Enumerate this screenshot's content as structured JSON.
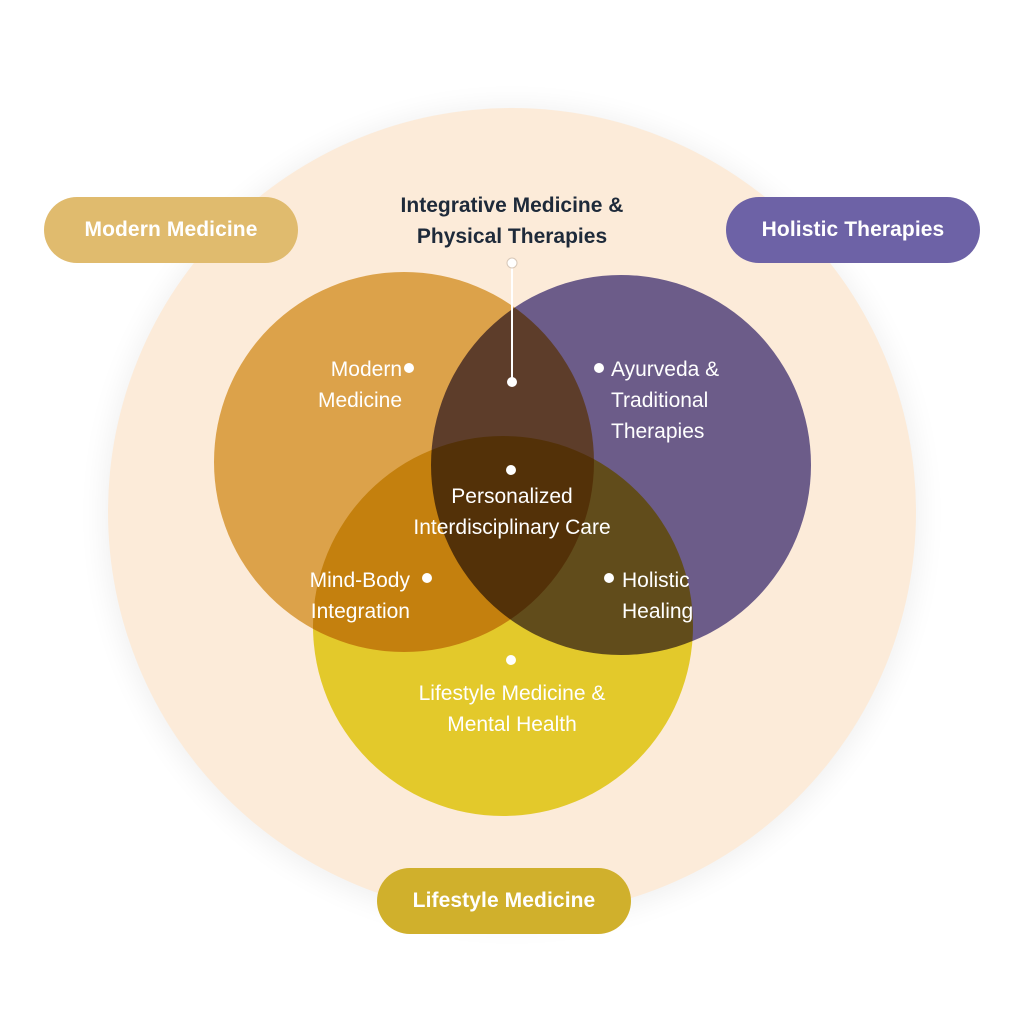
{
  "colors": {
    "outer_ring": "#fcebd9",
    "modern": "#dca24a",
    "holistic": "#4b3b78",
    "lifestyle": "#e1c61c",
    "pill_modern": "#e0bb6e",
    "pill_holistic": "#6d62a6",
    "pill_lifestyle": "#d0b02c",
    "top_label": "#1e2a3a",
    "dot": "#ffffff"
  },
  "pills": {
    "modern": "Modern Medicine",
    "holistic": "Holistic Therapies",
    "lifestyle": "Lifestyle Medicine"
  },
  "labels": {
    "top": {
      "line1": "Integrative Medicine &",
      "line2": "Physical Therapies"
    },
    "modern": {
      "line1": "Modern",
      "line2": "Medicine"
    },
    "ayurveda": {
      "line1": "Ayurveda &",
      "line2": "Traditional",
      "line3": "Therapies"
    },
    "personalized": {
      "line1": "Personalized",
      "line2": "Interdisciplinary Care"
    },
    "mind_body": {
      "line1": "Mind-Body",
      "line2": "Integration"
    },
    "holistic_healing": {
      "line1": "Holistic",
      "line2": "Healing"
    },
    "lifestyle_mh": {
      "line1": "Lifestyle Medicine &",
      "line2": "Mental Health"
    }
  }
}
